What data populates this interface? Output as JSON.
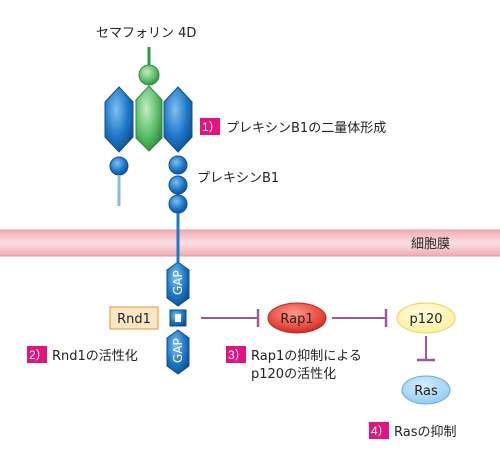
{
  "ligand_label": "セマフォリン 4D",
  "receptor_label": "プレキシンB1",
  "membrane_label": "細胞膜",
  "gap_label": "GAP",
  "proteins": {
    "rnd1": "Rnd1",
    "rap1": "Rap1",
    "p120": "p120",
    "ras": "Ras"
  },
  "steps": [
    {
      "num": "1）",
      "text": "プレキシンB1の二量体形成"
    },
    {
      "num": "2）",
      "text": "Rnd1の活性化"
    },
    {
      "num": "3）",
      "text": "Rap1の抑制による",
      "text2": "p120の活性化"
    },
    {
      "num": "4）",
      "text": "Rasの抑制"
    }
  ],
  "colors": {
    "receptor_blue": "#1e78c8",
    "ligand_green": "#5cbf6a",
    "membrane_pink": "#f6c6cb",
    "rap1_red": "#e8463a",
    "p120_yellow": "#fff29a",
    "ras_blue": "#8ec9ef",
    "rnd1_orange": "#f5c98a",
    "inhibit_purple": "#9a5a9a",
    "step_magenta": "#e2147e"
  }
}
